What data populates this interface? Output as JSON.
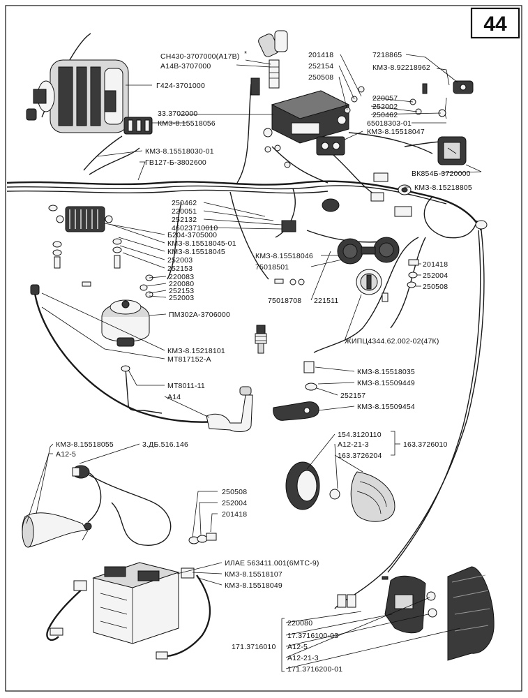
{
  "page_number": "44",
  "labels": {
    "l01": "СН430-3707000(А17В)",
    "l01_mark": "*",
    "l02": "А14В-3707000",
    "l03": "Г424-3701000",
    "l04": "33.3702000",
    "l05": "КМЗ-8.15518056",
    "l06": "КМЗ-8.15518030-01",
    "l07": "ГВ127-Б-3802600",
    "l08": "201418",
    "l09": "252154",
    "l10": "250508",
    "l11": "7218865",
    "l12": "КМЗ-8.92218962",
    "l13": "220057",
    "l14": "252002",
    "l15": "250462",
    "l16": "65018303-01",
    "l17": "КМЗ-8.15518047",
    "l18": "ВК854Б-3720000",
    "l19": "КМЗ-8.15218805",
    "l20": "250462",
    "l21": "220051",
    "l22": "252132",
    "l23": "46023710010",
    "l24": "Б204-3705000",
    "l25": "КМЗ-8.15518045-01",
    "l26": "КМЗ-8.15518045",
    "l27": "252003",
    "l28": "252153",
    "l29": "220083",
    "l30": "220080",
    "l31": "252153",
    "l32": "252003",
    "l33": "КМЗ-8.15518046",
    "l34": "75018501",
    "l35": "75018708",
    "l36": "221511",
    "l37": "201418",
    "l38": "252004",
    "l39": "250508",
    "l40": "ПМ302А-3706000",
    "l41": "ЖИПЦ4344.62.002-02(47К)",
    "l42": "КМЗ-8.15218101",
    "l43": "МТ817152-А",
    "l44": "КМЗ-8.15518035",
    "l45": "КМЗ-8.15509449",
    "l46": "МТ8011-11",
    "l47": "252157",
    "l48": "А14",
    "l49": "КМЗ-8.15509454",
    "l50": "154.3120110",
    "l51": "А12-21-3",
    "l52": "163.3726204",
    "l53": "163.3726010",
    "l54": "КМЗ-8.15518055",
    "l55": "3.ДБ.516.146",
    "l56": "А12-5",
    "l57": "250508",
    "l58": "252004",
    "l59": "201418",
    "l60": "ИЛАЕ 563411.001(6МТС-9)",
    "l61": "КМЗ-8.15518107",
    "l62": "КМЗ-8.15518049",
    "l63": "220080",
    "l64": "17.3716100-03",
    "l65": "А12-5",
    "l66": "А12-21-3",
    "l67": "171.3716200-01",
    "l68": "171.3716010"
  },
  "colors": {
    "ink": "#111111",
    "paper": "#ffffff"
  }
}
